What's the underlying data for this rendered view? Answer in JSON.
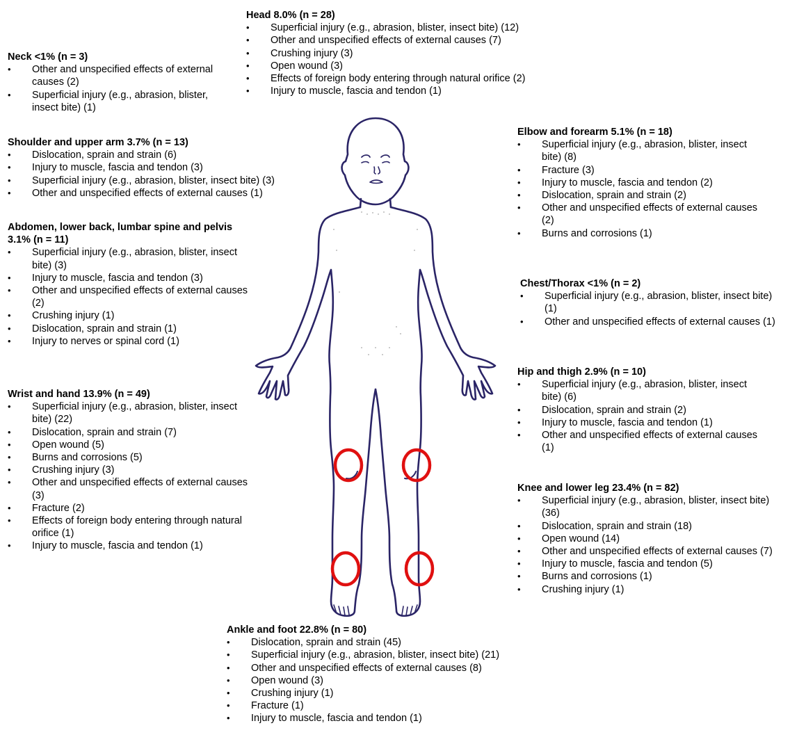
{
  "regions": [
    {
      "key": "head",
      "heading": "Head 8.0% (n = 28)",
      "items": [
        "Superficial injury (e.g., abrasion, blister, insect bite) (12)",
        "Other and unspecified effects of external causes (7)",
        "Crushing injury (3)",
        "Open wound (3)",
        "Effects of foreign body entering through natural orifice (2)",
        "Injury to muscle, fascia and tendon (1)"
      ]
    },
    {
      "key": "neck",
      "heading": "Neck <1% (n = 3)",
      "items": [
        "Other and unspecified effects of external causes (2)",
        "Superficial injury (e.g., abrasion, blister, insect bite) (1)"
      ]
    },
    {
      "key": "shoulder",
      "heading": "Shoulder and upper arm 3.7% (n = 13)",
      "items": [
        "Dislocation, sprain and strain (6)",
        "Injury to muscle, fascia and tendon (3)",
        "Superficial injury (e.g., abrasion, blister, insect bite) (3)",
        "Other and unspecified effects of external causes (1)"
      ]
    },
    {
      "key": "abdomen",
      "heading": "Abdomen, lower back, lumbar spine and pelvis 3.1% (n = 11)",
      "items": [
        "Superficial injury (e.g., abrasion, blister, insect bite) (3)",
        "Injury to muscle, fascia and tendon (3)",
        "Other and unspecified effects of external causes (2)",
        "Crushing injury (1)",
        "Dislocation, sprain and strain (1)",
        "Injury to nerves or spinal cord (1)"
      ]
    },
    {
      "key": "wrist",
      "heading": "Wrist and hand 13.9% (n = 49)",
      "items": [
        "Superficial injury (e.g., abrasion, blister, insect bite) (22)",
        "Dislocation, sprain and strain (7)",
        "Open wound (5)",
        "Burns and corrosions (5)",
        "Crushing injury (3)",
        "Other and unspecified effects of external causes (3)",
        "Fracture (2)",
        "Effects of foreign body entering through natural orifice (1)",
        "Injury to muscle, fascia and tendon (1)"
      ]
    },
    {
      "key": "elbow",
      "heading": "Elbow and forearm 5.1% (n = 18)",
      "items": [
        "Superficial injury (e.g., abrasion, blister, insect bite) (8)",
        "Fracture (3)",
        "Injury to muscle, fascia and tendon (2)",
        "Dislocation, sprain and strain (2)",
        "Other and unspecified effects of external causes (2)",
        "Burns and corrosions (1)"
      ]
    },
    {
      "key": "chest",
      "heading": "Chest/Thorax <1% (n = 2)",
      "items": [
        "Superficial injury (e.g., abrasion, blister, insect bite) (1)",
        "Other and unspecified effects of external causes (1)"
      ]
    },
    {
      "key": "hip",
      "heading": "Hip and thigh 2.9% (n = 10)",
      "items": [
        "Superficial injury (e.g., abrasion, blister, insect bite) (6)",
        "Dislocation, sprain and strain (2)",
        "Injury to muscle, fascia and tendon (1)",
        "Other and unspecified effects of external causes (1)"
      ]
    },
    {
      "key": "knee",
      "heading": "Knee and lower leg 23.4% (n = 82)",
      "items": [
        "Superficial injury (e.g., abrasion, blister, insect bite) (36)",
        "Dislocation, sprain and strain (18)",
        "Open wound (14)",
        "Other and unspecified effects of external causes (7)",
        "Injury to muscle, fascia and tendon (5)",
        "Burns and corrosions (1)",
        "Crushing injury (1)"
      ]
    },
    {
      "key": "ankle",
      "heading": "Ankle and foot 22.8% (n = 80)",
      "items": [
        "Dislocation, sprain and strain (45)",
        "Superficial injury (e.g., abrasion, blister, insect bite) (21)",
        "Other and unspecified effects of external causes (8)",
        "Open wound (3)",
        "Crushing injury (1)",
        "Fracture (1)",
        "Injury to muscle, fascia and tendon (1)"
      ]
    }
  ],
  "colors": {
    "outline": "#2a2466",
    "highlight": "#e01010",
    "stipple": "#bbbbbb"
  },
  "highlighted_regions": [
    "knee-left",
    "knee-right",
    "ankle-left",
    "ankle-right"
  ]
}
